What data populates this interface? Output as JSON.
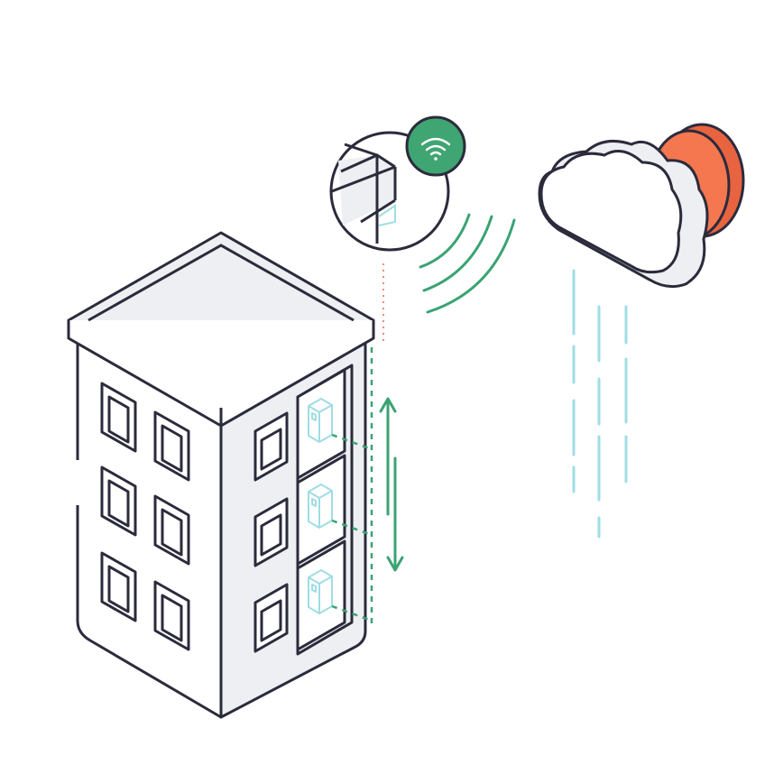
{
  "illustration": {
    "elements": [
      "building",
      "sensor-detail",
      "wifi-signal",
      "cloud",
      "sun",
      "rain",
      "height-indicator"
    ],
    "colors": {
      "outline": "#2b2b3c",
      "surface_light": "#eeeff2",
      "accent_green": "#3aa373",
      "wifi_badge": "#3fa572",
      "sun": "#f47750",
      "rain": "#9fdde4",
      "sensor": "#9fdde4",
      "dotted_link": "#f08a7a"
    },
    "icons": {
      "wifi": "wifi-icon",
      "sensor": "sensor-device-icon",
      "arrow": "double-arrow-icon"
    }
  }
}
